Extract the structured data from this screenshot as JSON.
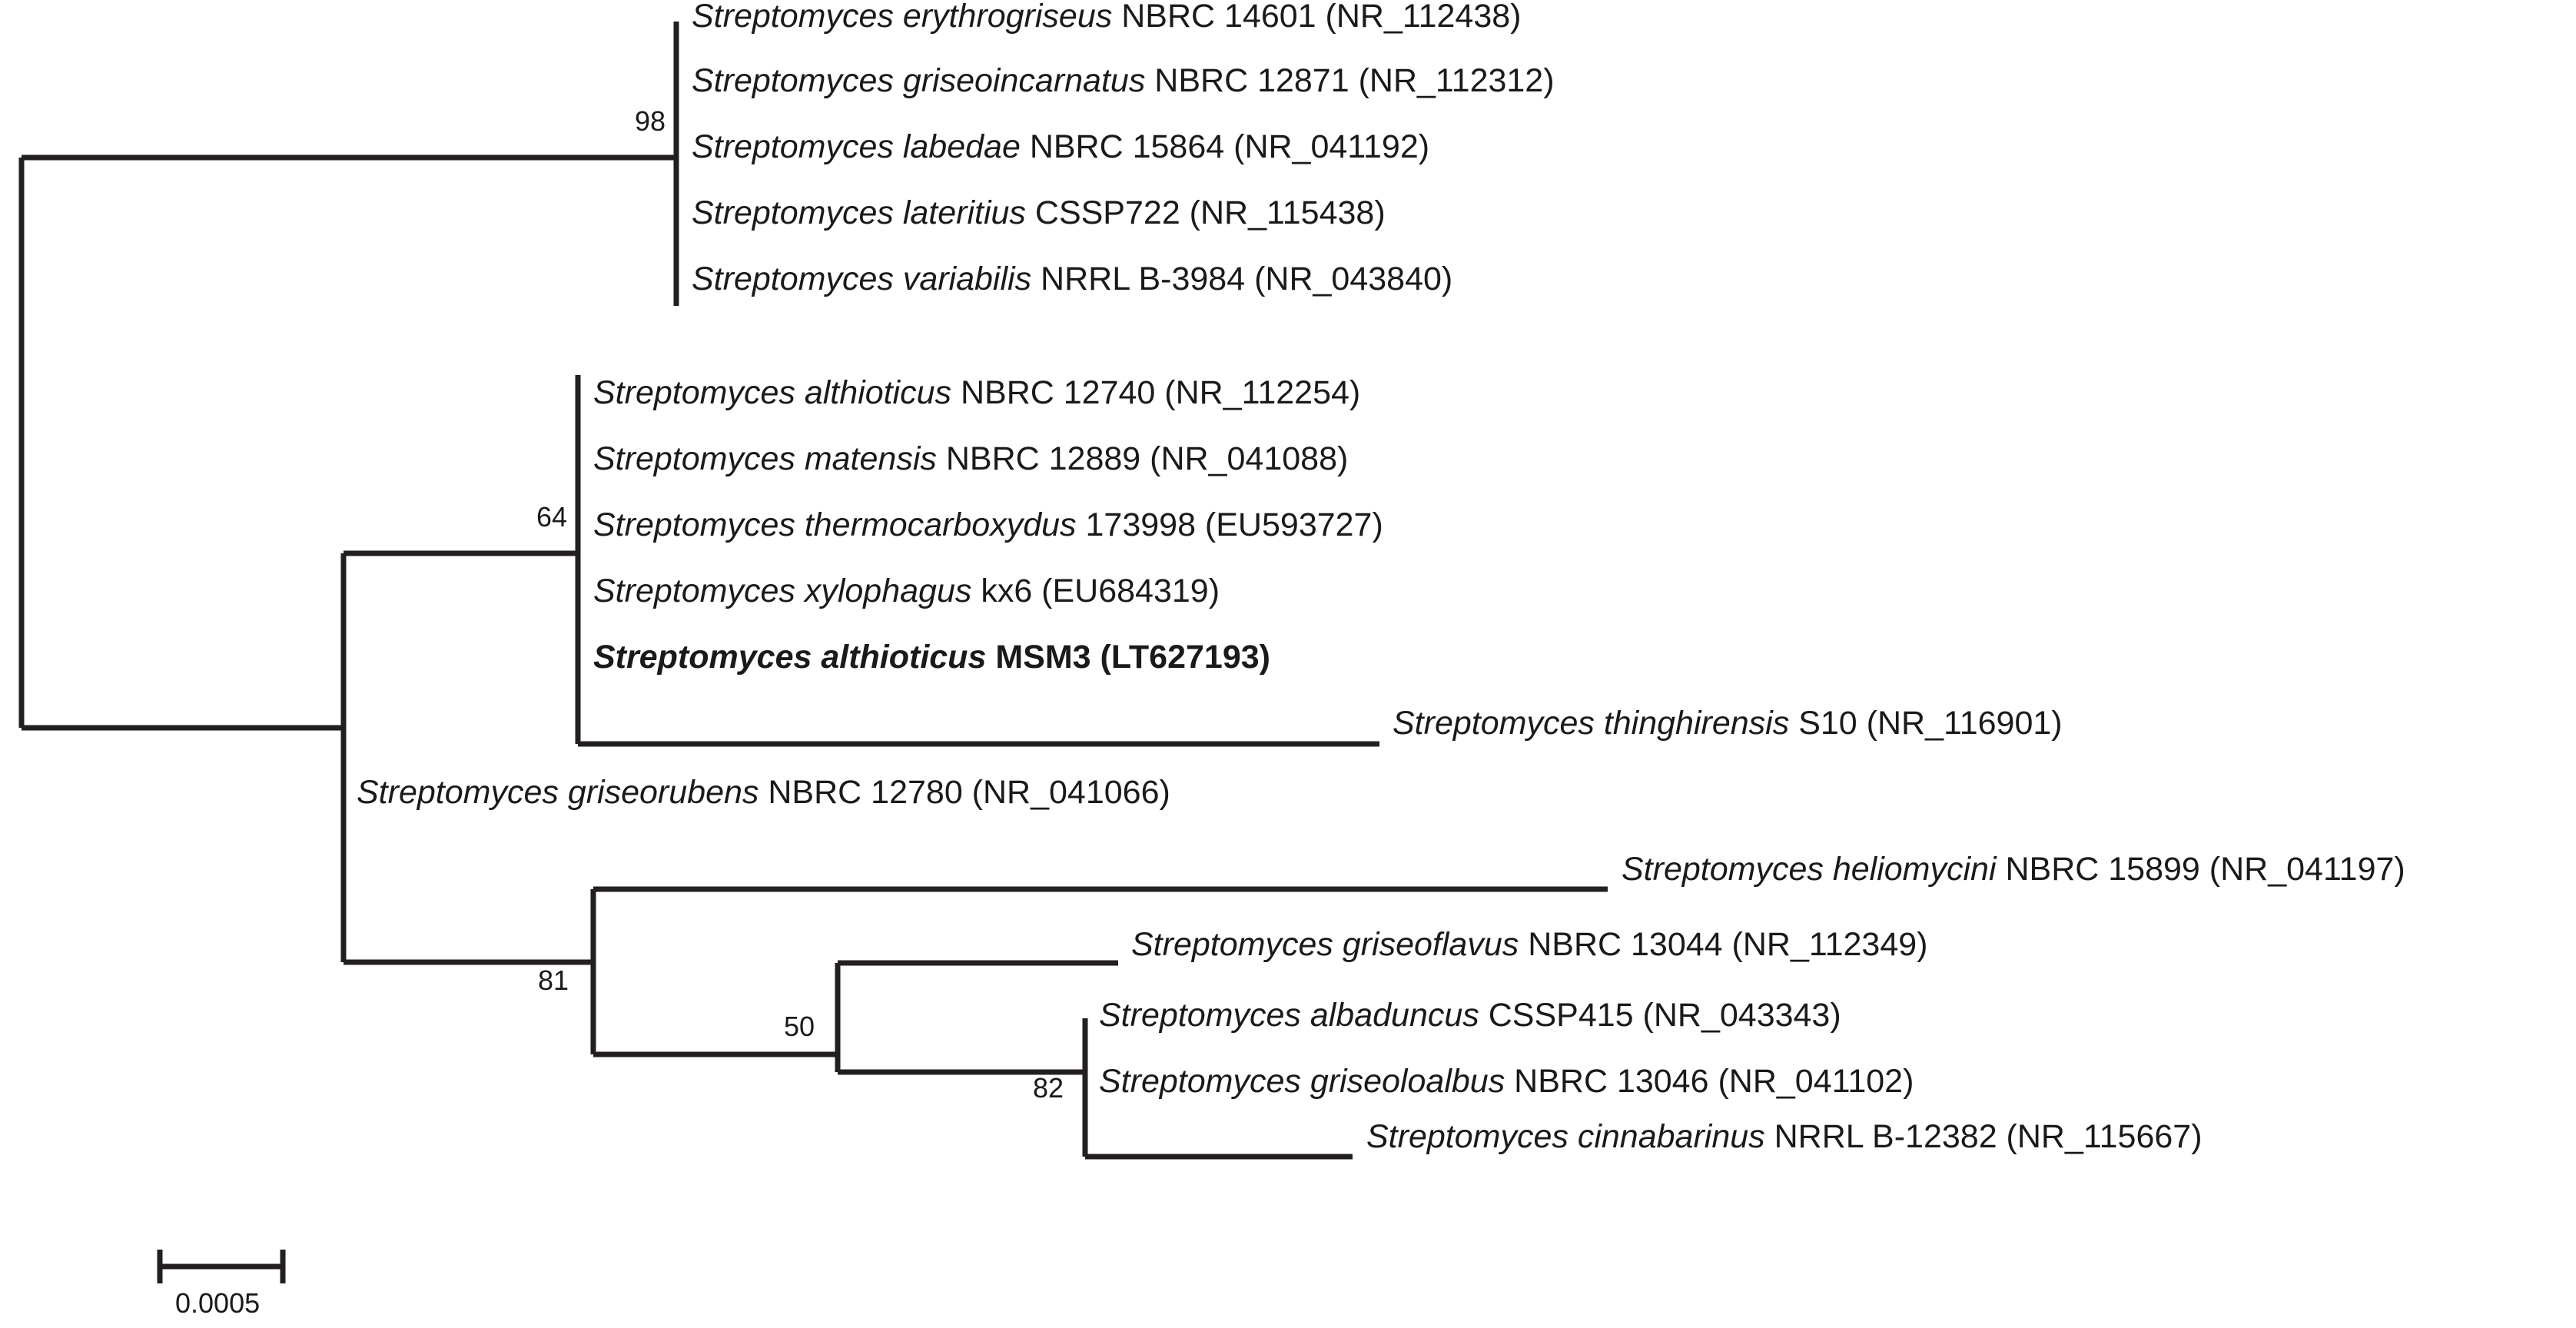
{
  "figure": {
    "kind": "phylogenetic-tree",
    "background_color": "#ffffff",
    "line_color": "#231f20",
    "text_color": "#1a1a1a"
  },
  "chart_data": {
    "type": "tree",
    "title": "",
    "xlabel": "",
    "ylabel": "",
    "scale_bar": {
      "label": "0.0005",
      "value": 0.0005
    },
    "bootstrap_values": [
      98,
      64,
      81,
      50,
      82
    ],
    "leaves": [
      {
        "species": "Streptomyces erythrogriseus",
        "strain": "NBRC 14601 (NR_112438)",
        "bold": false
      },
      {
        "species": "Streptomyces griseoincarnatus",
        "strain": "NBRC 12871 (NR_112312)",
        "bold": false
      },
      {
        "species": "Streptomyces labedae",
        "strain": "NBRC 15864 (NR_041192)",
        "bold": false
      },
      {
        "species": "Streptomyces lateritius",
        "strain": "CSSP722 (NR_115438)",
        "bold": false
      },
      {
        "species": "Streptomyces variabilis",
        "strain": "NRRL B-3984 (NR_043840)",
        "bold": false
      },
      {
        "species": "Streptomyces althioticus",
        "strain": "NBRC 12740 (NR_112254)",
        "bold": false
      },
      {
        "species": "Streptomyces matensis",
        "strain": "NBRC 12889 (NR_041088)",
        "bold": false
      },
      {
        "species": "Streptomyces thermocarboxydus",
        "strain": "173998 (EU593727)",
        "bold": false
      },
      {
        "species": "Streptomyces xylophagus",
        "strain": "kx6 (EU684319)",
        "bold": false
      },
      {
        "species": "Streptomyces althioticus",
        "strain": "MSM3 (LT627193)",
        "bold": true
      },
      {
        "species": "Streptomyces thinghirensis",
        "strain": "S10 (NR_116901)",
        "bold": false
      },
      {
        "species": "Streptomyces griseorubens",
        "strain": "NBRC 12780 (NR_041066)",
        "bold": false
      },
      {
        "species": "Streptomyces heliomycini",
        "strain": "NBRC 15899 (NR_041197)",
        "bold": false
      },
      {
        "species": "Streptomyces griseoflavus",
        "strain": "NBRC 13044 (NR_112349)",
        "bold": false
      },
      {
        "species": "Streptomyces albaduncus",
        "strain": "CSSP415 (NR_043343)",
        "bold": false
      },
      {
        "species": "Streptomyces griseoloalbus",
        "strain": "NBRC 13046 (NR_041102)",
        "bold": false
      },
      {
        "species": "Streptomyces cinnabarinus",
        "strain": "NRRL B-12382 (NR_115667)",
        "bold": false
      }
    ],
    "clades": [
      {
        "bootstrap": "98",
        "members": [
          0,
          1,
          2,
          3,
          4
        ]
      },
      {
        "bootstrap": "64",
        "members": [
          5,
          6,
          7,
          8,
          9
        ]
      },
      {
        "bootstrap": "81",
        "members": [
          12,
          13,
          14,
          15,
          16
        ]
      },
      {
        "bootstrap": "50",
        "members": [
          13,
          14,
          15,
          16
        ]
      },
      {
        "bootstrap": "82",
        "members": [
          14,
          15,
          16
        ]
      }
    ]
  },
  "nodes": {
    "bootstrap_98": "98",
    "bootstrap_64": "64",
    "bootstrap_81": "81",
    "bootstrap_50": "50",
    "bootstrap_82": "82"
  },
  "scale": {
    "label": "0.0005"
  }
}
